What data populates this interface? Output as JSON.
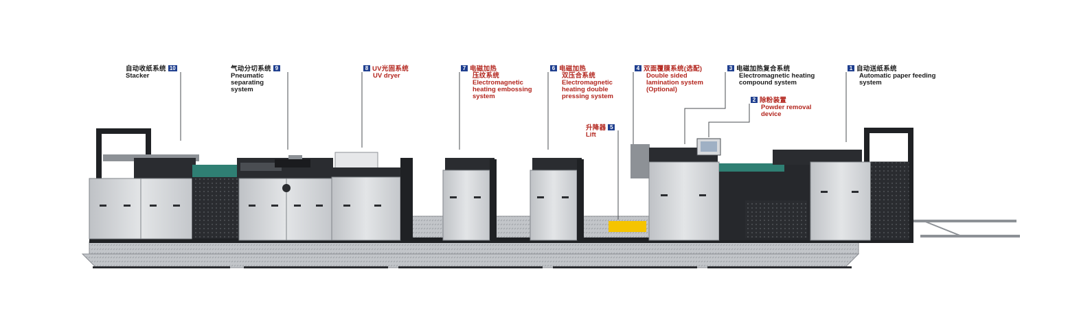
{
  "colors": {
    "label_red": "#b3261e",
    "label_dark": "#1a1a1a",
    "number_badge": "#1f3f8f",
    "cabinet": "#cfd1d4",
    "frame": "#1f2124",
    "walkway": "#b9bcc0",
    "lift_pad": "#f5c400"
  },
  "callouts": [
    {
      "num": "10",
      "zh": "自动收纸系统",
      "en": [
        "Stacker"
      ],
      "color": "dark"
    },
    {
      "num": "9",
      "zh": "气动分切系统",
      "en": [
        "Pneumatic",
        "separating",
        "system"
      ],
      "color": "dark"
    },
    {
      "num": "8",
      "zh": "UV光固系统",
      "en": [
        "UV dryer"
      ],
      "color": "red"
    },
    {
      "num": "7",
      "zh": [
        "电磁加热",
        "压纹系统"
      ],
      "en": [
        "Electromagnetic",
        "heating embossing",
        "system"
      ],
      "color": "red"
    },
    {
      "num": "6",
      "zh": [
        "电磁加热",
        "双压合系统"
      ],
      "en": [
        "Electromagnetic",
        "heating double",
        "pressing system"
      ],
      "color": "red"
    },
    {
      "num": "5",
      "zh": "升降器",
      "en": [
        "Lift"
      ],
      "color": "red"
    },
    {
      "num": "4",
      "zh": "双面覆膜系统(选配)",
      "en": [
        "Double sided",
        "lamination system",
        "(Optional)"
      ],
      "color": "red"
    },
    {
      "num": "3",
      "zh": "电磁加热复合系统",
      "en": [
        "Electromagnetic heating",
        "compound system"
      ],
      "color": "dark"
    },
    {
      "num": "2",
      "zh": "除粉装置",
      "en": [
        "Powder removal",
        "device"
      ],
      "color": "red"
    },
    {
      "num": "1",
      "zh": "自动送纸系统",
      "en": [
        "Automatic paper feeding",
        "system"
      ],
      "color": "dark"
    }
  ]
}
